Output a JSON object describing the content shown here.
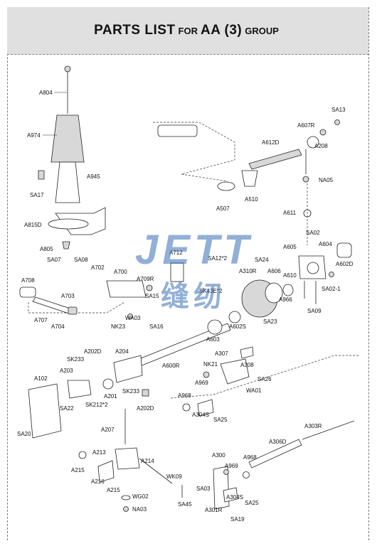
{
  "header": {
    "title_a": "PARTS LIST",
    "title_for": "FOR",
    "title_b": "AA (3)",
    "title_group": "GROUP"
  },
  "watermark": {
    "line1": "JETT",
    "line2": "缝纫",
    "color": "#3a6fb5"
  },
  "parts": {
    "A804": "A804",
    "A974": "A974",
    "A945": "A945",
    "SA17": "SA17",
    "A815D": "A815D",
    "A805": "A805",
    "SA07": "SA07",
    "SA08": "SA08",
    "A702": "A702",
    "A700": "A700",
    "A712": "A712",
    "SA12x2": "SA12*2",
    "A708": "A708",
    "A703": "A703",
    "A709R": "A709R",
    "SA15": "SA15",
    "A707": "A707",
    "A704": "A704",
    "NK23": "NK23",
    "WA03": "WA03",
    "SA16": "SA16",
    "SA13": "SA13",
    "A607R": "A607R",
    "A612D": "A612D",
    "A208": "A208",
    "NA05": "NA05",
    "A507": "A507",
    "A510": "A510",
    "A611": "A611",
    "SA02": "SA02",
    "A605": "A605",
    "A604": "A604",
    "A602D": "A602D",
    "SA24": "SA24",
    "A310R": "A310R",
    "A606": "A606",
    "A610": "A610",
    "SA02_1": "SA02-1",
    "SK43Ex2": "SK43E*2",
    "A966": "A966",
    "SA09": "SA09",
    "SA23": "SA23",
    "A603": "A603",
    "A602S": "A602S",
    "A202D_top": "A202D",
    "A204": "A204",
    "SK233_top": "SK233",
    "A203": "A203",
    "A600R": "A600R",
    "A102": "A102",
    "SK233_mid": "SK233",
    "A201": "A201",
    "SK212x2": "SK212*2",
    "A202D_mid": "A202D",
    "SA22": "SA22",
    "SA20": "SA20",
    "A307": "A307",
    "NK21": "NK21",
    "A308": "A308",
    "A969_mid": "A969",
    "SA26": "SA26",
    "WA01": "WA01",
    "A968_mid": "A968",
    "A304S_mid": "A304S",
    "SA25_mid": "SA25",
    "A207": "A207",
    "A303R": "A303R",
    "A306D": "A306D",
    "A213": "A213",
    "A214": "A214",
    "A300": "A300",
    "A968_low": "A968",
    "A215_left": "A215",
    "A216": "A216",
    "A215_low": "A215",
    "A969_low": "A969",
    "WK09": "WK09",
    "WG02": "WG02",
    "SA03": "SA03",
    "A304S_low": "A304S",
    "SA45": "SA45",
    "NA03": "NA03",
    "A301R": "A301R",
    "SA25_low": "SA25",
    "SA19": "SA19"
  }
}
